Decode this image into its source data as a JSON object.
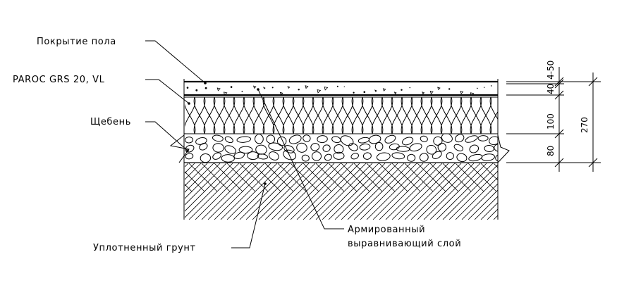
{
  "labels": {
    "floor_covering": "Покрытие пола",
    "insulation": "PAROC GRS 20, VL",
    "gravel": "Щебень",
    "soil": "Уплотненный грунт",
    "screed_line1": "Армированный",
    "screed_line2": "выравнивающий слой"
  },
  "dimensions": {
    "covering": "4-50",
    "screed": "40",
    "insulation": "100",
    "gravel": "80",
    "total": "270"
  },
  "colors": {
    "ink": "#000000",
    "background": "#ffffff"
  }
}
